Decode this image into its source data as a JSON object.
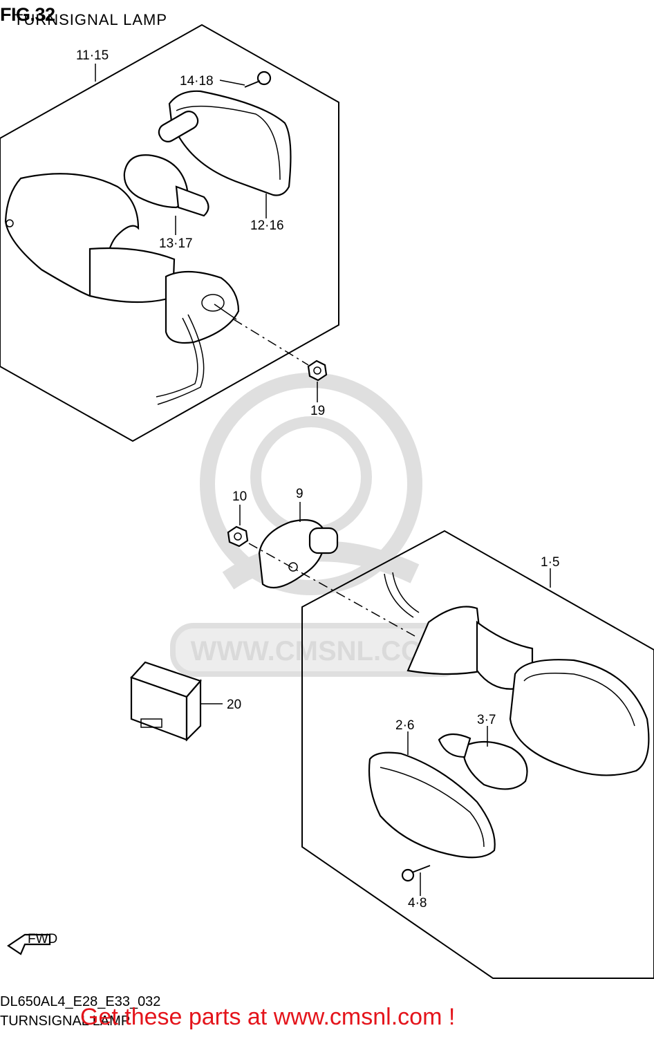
{
  "figure": {
    "number": "FIG.32",
    "title": "TURNSIGNAL LAMP"
  },
  "callouts": {
    "front_lamp_assy": "11·15",
    "front_screw": "14·18",
    "front_lens": "12·16",
    "front_bulb": "13·17",
    "nut_19": "19",
    "nut_10": "10",
    "cushion": "9",
    "rear_lamp_assy": "1·5",
    "relay": "20",
    "rear_lens": "2·6",
    "rear_bulb": "3·7",
    "rear_screw": "4·8"
  },
  "direction_marker": "FWD",
  "watermark": "WWW.CMSNL.COM",
  "model_code": "DL650AL4_E28_E33_032",
  "bottom_title": "TURNSIGNAL LAMP",
  "cta": "Get these parts at www.cmsnl.com !",
  "colors": {
    "cta": "#e4141b",
    "watermark": "#d6d6d6",
    "line": "#000000"
  }
}
